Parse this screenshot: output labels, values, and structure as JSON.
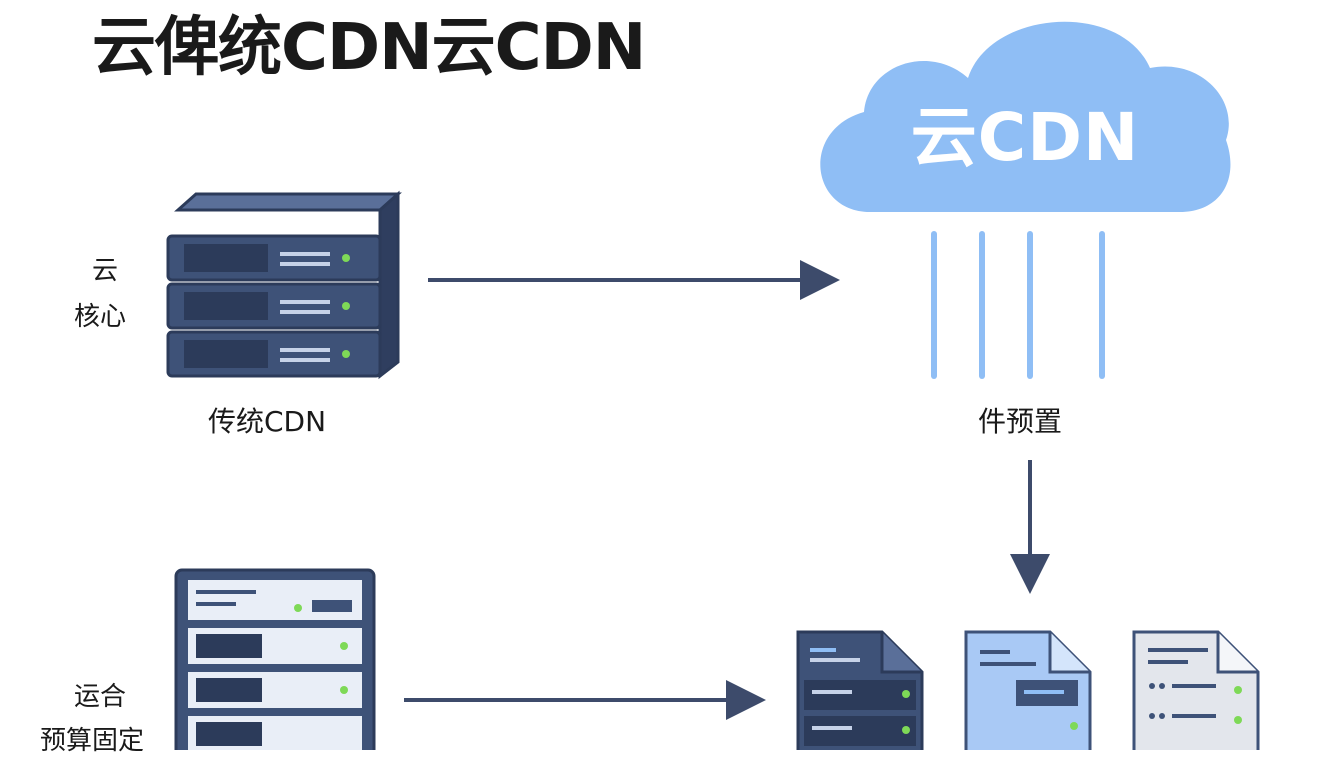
{
  "title": "云俾统CDN云CDN",
  "top_side_label_line1": "云",
  "top_side_label_line2": "核心",
  "traditional_label": "传统CDN",
  "cloud_label": "云CDN",
  "preset_label": "件预置",
  "bottom_side_label_line1": "运合",
  "bottom_side_label_line2": "预算固定",
  "colors": {
    "server_dark": "#3e5278",
    "server_panel": "#2c3b5a",
    "arrow": "#3d4b6b",
    "cloud": "#8fbef5",
    "rain": "#8fbef5",
    "led_green": "#7ed957",
    "doc_blue": "#a9c9f5",
    "doc_grey": "#e3e6ec"
  },
  "icons": [
    "server-rack-icon",
    "cloud-icon",
    "document-server-icon"
  ]
}
